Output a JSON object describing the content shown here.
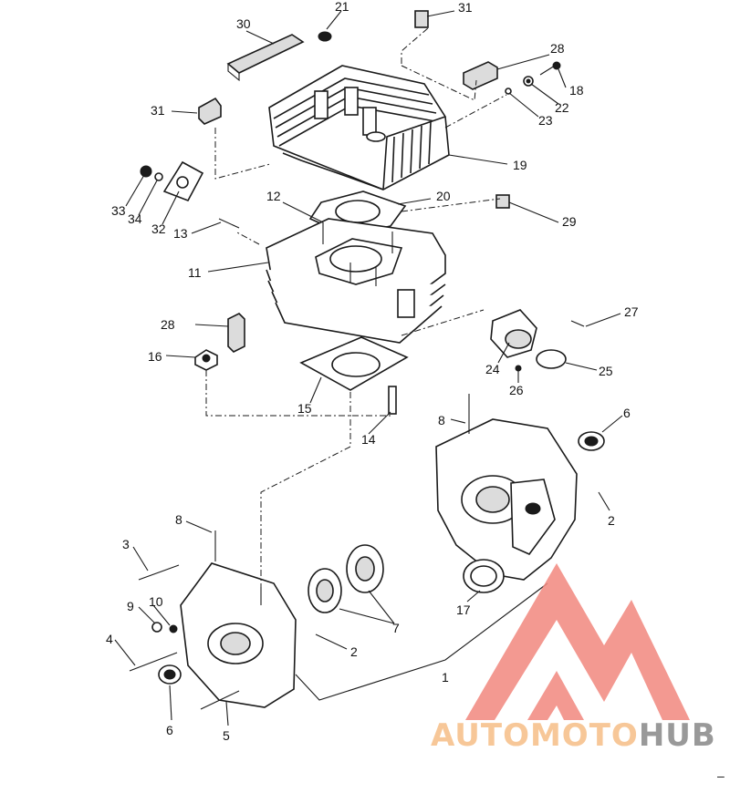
{
  "diagram": {
    "callouts": [
      {
        "id": "c30",
        "text": "30"
      },
      {
        "id": "c21",
        "text": "21"
      },
      {
        "id": "c31a",
        "text": "31"
      },
      {
        "id": "c28a",
        "text": "28"
      },
      {
        "id": "c18",
        "text": "18"
      },
      {
        "id": "c22",
        "text": "22"
      },
      {
        "id": "c23",
        "text": "23"
      },
      {
        "id": "c31b",
        "text": "31"
      },
      {
        "id": "c19",
        "text": "19"
      },
      {
        "id": "c33",
        "text": "33"
      },
      {
        "id": "c34",
        "text": "34"
      },
      {
        "id": "c32",
        "text": "32"
      },
      {
        "id": "c12",
        "text": "12"
      },
      {
        "id": "c20",
        "text": "20"
      },
      {
        "id": "c13",
        "text": "13"
      },
      {
        "id": "c29",
        "text": "29"
      },
      {
        "id": "c11",
        "text": "11"
      },
      {
        "id": "c28b",
        "text": "28"
      },
      {
        "id": "c27",
        "text": "27"
      },
      {
        "id": "c16",
        "text": "16"
      },
      {
        "id": "c24",
        "text": "24"
      },
      {
        "id": "c25",
        "text": "25"
      },
      {
        "id": "c26",
        "text": "26"
      },
      {
        "id": "c15",
        "text": "15"
      },
      {
        "id": "c14",
        "text": "14"
      },
      {
        "id": "c8a",
        "text": "8"
      },
      {
        "id": "c6a",
        "text": "6"
      },
      {
        "id": "c8b",
        "text": "8"
      },
      {
        "id": "c2a",
        "text": "2"
      },
      {
        "id": "c3",
        "text": "3"
      },
      {
        "id": "c17",
        "text": "17"
      },
      {
        "id": "c9",
        "text": "9"
      },
      {
        "id": "c10",
        "text": "10"
      },
      {
        "id": "c7",
        "text": "7"
      },
      {
        "id": "c4",
        "text": "4"
      },
      {
        "id": "c2b",
        "text": "2"
      },
      {
        "id": "c1",
        "text": "1"
      },
      {
        "id": "c6b",
        "text": "6"
      },
      {
        "id": "c5",
        "text": "5"
      }
    ]
  },
  "watermark": {
    "word1": "AUTOMOTO",
    "word2": "HUB",
    "color_primary": "#f28b82",
    "color_secondary": "#f6c08a",
    "color_dark": "#8c8c8c"
  },
  "footer_mark": "–"
}
